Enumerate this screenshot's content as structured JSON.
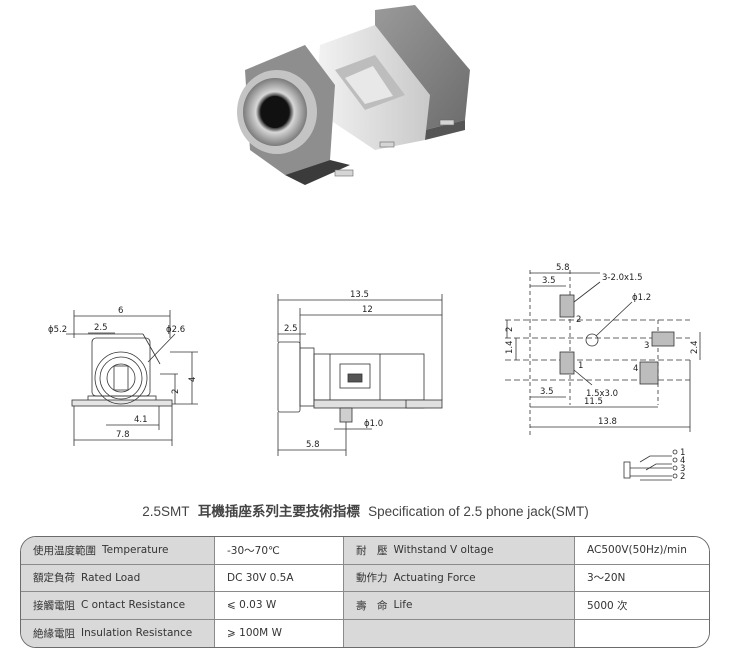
{
  "front_view": {
    "dim_top": "6",
    "dim_left_dia": "ϕ5.2",
    "dim_inner": "2.5",
    "dim_right_dia": "ϕ2.6",
    "dim_height": "4",
    "dim_small": "2",
    "dim_bottom1": "4.1",
    "dim_bottom2": "7.8"
  },
  "side_view": {
    "dim_top1": "13.5",
    "dim_top2": "12",
    "dim_left": "2.5",
    "dim_pin": "ϕ1.0",
    "dim_bottom": "5.8"
  },
  "footprint": {
    "dim_top1": "5.8",
    "dim_top2": "3.5",
    "dim_pad_label": "3-2.0x1.5",
    "dim_hole": "ϕ1.2",
    "dim_left1": "2",
    "dim_left2": "1.4",
    "dim_right": "2.4",
    "dim_slot": "1.5x3.0",
    "dim_bottom1": "3.5",
    "dim_bottom2": "11.5",
    "dim_bottom3": "13.8",
    "pad_1": "1",
    "pad_2": "2",
    "pad_3": "3",
    "pad_4": "4"
  },
  "schematic": {
    "pin_1": "1",
    "pin_4": "4",
    "pin_3": "3",
    "pin_2": "2"
  },
  "title": {
    "model": "2.5SMT",
    "chinese": "耳機插座系列主要技術指標",
    "english": "Specification of 2.5 phone jack(SMT)"
  },
  "spec_rows": [
    {
      "zh1": "使用温度範圍",
      "en1": "Temperature",
      "val1": "-30～70℃",
      "zh2": "耐　壓",
      "en2": "Withstand V oltage",
      "val2": "AC500V(50Hz)/min"
    },
    {
      "zh1": "額定負荷",
      "en1": "Rated Load",
      "val1": "DC  30V  0.5A",
      "zh2": "動作力",
      "en2": "Actuating Force",
      "val2": "3～20N"
    },
    {
      "zh1": "接觸電阻",
      "en1": "C ontact Resistance",
      "val1": "⩽ 0.03 W",
      "zh2": "壽　命",
      "en2": "Life",
      "val2": "5000 次"
    },
    {
      "zh1": "絶緣電阻",
      "en1": "Insulation Resistance",
      "val1": "⩾ 100M W",
      "zh2": "",
      "en2": "",
      "val2": ""
    }
  ]
}
